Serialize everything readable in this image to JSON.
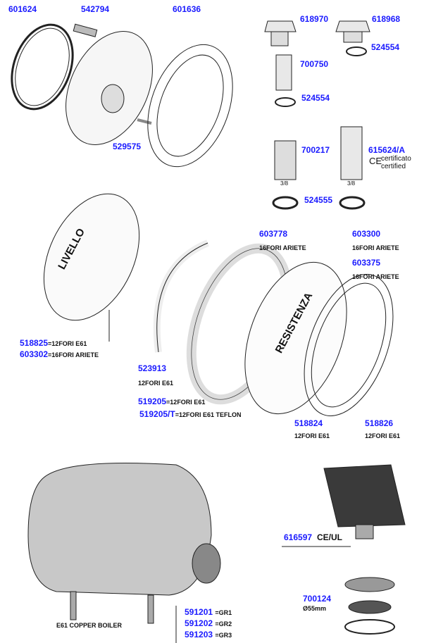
{
  "parts": [
    {
      "id": "p601624",
      "code": "601624"
    },
    {
      "id": "p542794",
      "code": "542794"
    },
    {
      "id": "p601636",
      "code": "601636"
    },
    {
      "id": "p618970",
      "code": "618970"
    },
    {
      "id": "p618968",
      "code": "618968"
    },
    {
      "id": "p524554a",
      "code": "524554"
    },
    {
      "id": "p700750",
      "code": "700750"
    },
    {
      "id": "p524554b",
      "code": "524554"
    },
    {
      "id": "p529575",
      "code": "529575"
    },
    {
      "id": "p700217",
      "code": "700217"
    },
    {
      "id": "p615624",
      "code": "615624/A"
    },
    {
      "id": "p524555",
      "code": "524555"
    }
  ],
  "cert": {
    "ce": "CE",
    "line1": "certificato",
    "line2": "certified"
  },
  "thread_marks": [
    "3/8",
    "3/8"
  ],
  "livello": {
    "label": "LIVELLO",
    "p1": "518825",
    "p1_note": "=12FORI E61",
    "p2": "603302",
    "p2_note": "=16FORI ARIETE"
  },
  "resistenza": {
    "label": "RESISTENZA"
  },
  "gaskets": {
    "g603778": {
      "code": "603778",
      "note": "16FORI ARIETE"
    },
    "g603300": {
      "code": "603300",
      "note": "16FORI ARIETE"
    },
    "g603375": {
      "code": "603375",
      "note": "16FORI ARIETE"
    },
    "g523913": {
      "code": "523913",
      "note": "12FORI E61"
    },
    "g519205": {
      "code": "519205",
      "note": "=12FORI E61"
    },
    "g519205T": {
      "code": "519205/T",
      "note": "=12FORI E61 TEFLON"
    },
    "g518824": {
      "code": "518824",
      "note": "12FORI E61"
    },
    "g518826": {
      "code": "518826",
      "note": "12FORI E61"
    }
  },
  "pressostat": {
    "code": "616597",
    "note": "CE/UL"
  },
  "membrane": {
    "code": "700124",
    "note": "Ø55mm"
  },
  "boiler": {
    "label": "E61 COPPER BOILER",
    "v1": "591201",
    "n1": "=GR1",
    "v2": "591202",
    "n2": "=GR2",
    "v3": "591203",
    "n3": "=GR3"
  }
}
